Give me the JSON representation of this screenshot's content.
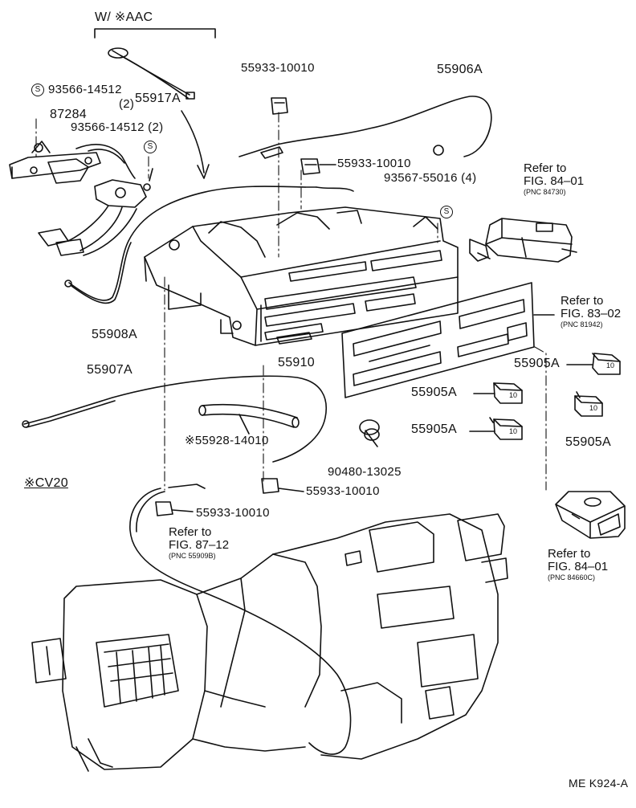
{
  "header_label": "W/ ※AAC",
  "note_cv20": "※CV20",
  "footer_code": "ME K924-A",
  "parts": {
    "p55917A": "55917A",
    "p93566_14512_a": "93566-14512",
    "p93566_14512_a_qty": "(2)",
    "p93566_14512_b": "93566-14512 (2)",
    "p87284": "87284",
    "p55933_a": "55933-10010",
    "p55933_b": "55933-10010",
    "p55933_c": "55933-10010",
    "p55933_d": "55933-10010",
    "p55906A": "55906A",
    "p93567": "93567-55016 (4)",
    "p55908A": "55908A",
    "p55910": "55910",
    "p55907A": "55907A",
    "p55928": "※55928-14010",
    "p90480": "90480-13025",
    "p55905A_a": "55905A",
    "p55905A_b": "55905A",
    "p55905A_c": "55905A",
    "p55905A_d": "55905A"
  },
  "refs": [
    {
      "line1": "Refer to",
      "line2": "FIG. 84–01",
      "line3": "(PNC 84730)"
    },
    {
      "line1": "Refer to",
      "line2": "FIG. 83–02",
      "line3": "(PNC 81942)"
    },
    {
      "line1": "Refer to",
      "line2": "FIG. 84–01",
      "line3": "(PNC 84660C)"
    },
    {
      "line1": "Refer to",
      "line2": "FIG. 87–12",
      "line3": "(PNC 55909B)"
    }
  ],
  "icons": {
    "s_symbol": "S",
    "knob_marking": "10"
  }
}
